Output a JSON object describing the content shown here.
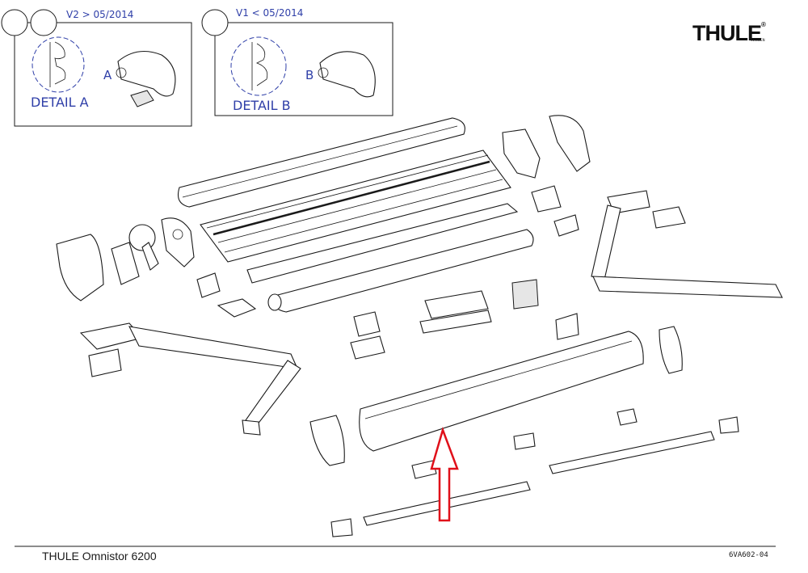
{
  "brand": {
    "logo_text": "THULE",
    "logo_subtext": "SWEDEN",
    "logo_mark": "®"
  },
  "detail_panels": [
    {
      "version_label": "V2 > 05/2014",
      "detail_caption": "DETAIL A",
      "callout_letter": "A"
    },
    {
      "version_label": "V1 < 05/2014",
      "detail_caption": "DETAIL B",
      "callout_letter": "B"
    }
  ],
  "footer": {
    "product_title": "THULE Omnistor 6200",
    "drawing_code": "6VA602-04"
  },
  "colors": {
    "callout_blue": "#2f3fa8",
    "highlight_arrow": "#e0101a",
    "line": "#1a1a1a"
  },
  "icons": [
    "up-arrow-icon"
  ]
}
